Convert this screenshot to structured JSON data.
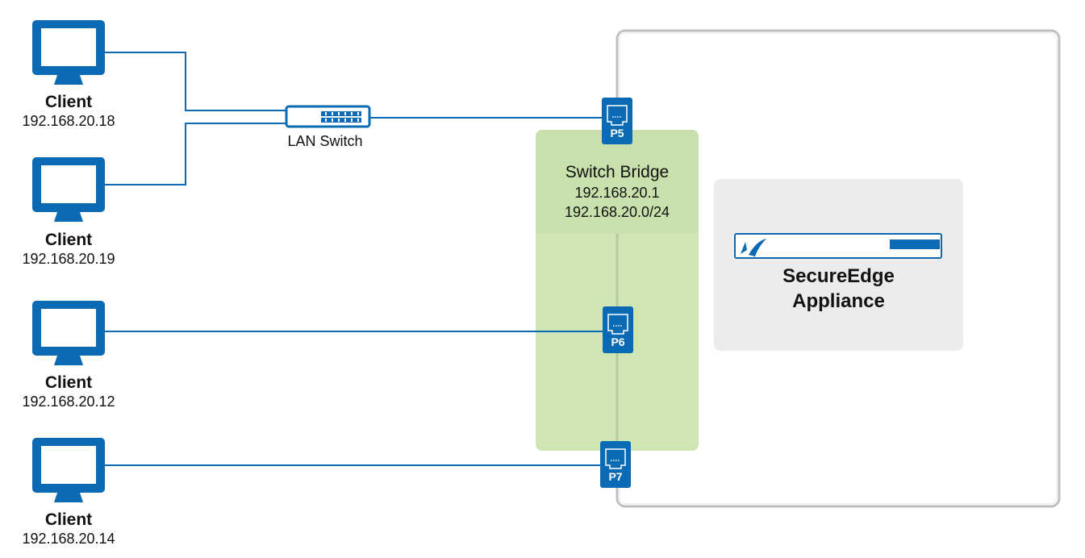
{
  "clients": [
    {
      "name": "Client",
      "ip": "192.168.20.18"
    },
    {
      "name": "Client",
      "ip": "192.168.20.19"
    },
    {
      "name": "Client",
      "ip": "192.168.20.12"
    },
    {
      "name": "Client",
      "ip": "192.168.20.14"
    }
  ],
  "lan_switch": {
    "label": "LAN Switch"
  },
  "switch_bridge": {
    "title": "Switch Bridge",
    "ip": "192.168.20.1",
    "subnet": "192.168.20.0/24"
  },
  "appliance": {
    "line1": "SecureEdge",
    "line2": "Appliance"
  },
  "ports": [
    "P5",
    "P6",
    "P7"
  ],
  "colors": {
    "accent": "#0a6ab3",
    "bridge_fill": "#cfe6b4",
    "bridge_header": "#c7e0ac",
    "appliance_panel": "#ececec",
    "frame_stroke": "#bfbfbf"
  }
}
